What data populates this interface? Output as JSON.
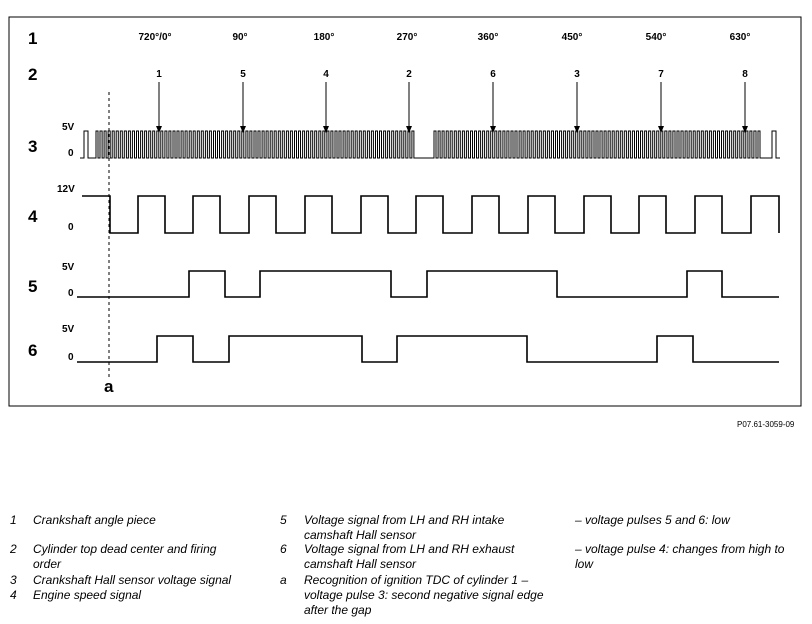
{
  "diagram": {
    "row_labels": [
      "1",
      "2",
      "3",
      "4",
      "5",
      "6"
    ],
    "angles": [
      "720°/0°",
      "90°",
      "180°",
      "270°",
      "360°",
      "450°",
      "540°",
      "630°"
    ],
    "cylinders": [
      "1",
      "5",
      "4",
      "2",
      "6",
      "3",
      "7",
      "8"
    ],
    "signal3": {
      "high": "5V",
      "low": "0"
    },
    "signal4": {
      "high": "12V",
      "low": "0"
    },
    "signal5": {
      "high": "5V",
      "low": "0"
    },
    "signal6": {
      "high": "5V",
      "low": "0"
    },
    "marker": "a"
  },
  "reference": "P07.61-3059-09",
  "legend": {
    "col1": [
      {
        "key": "1",
        "text": "Crankshaft angle piece"
      },
      {
        "key": "2",
        "text": "Cylinder top dead center and firing order"
      },
      {
        "key": "3",
        "text": "Crankshaft Hall sensor voltage signal"
      },
      {
        "key": "4",
        "text": "Engine speed signal"
      }
    ],
    "col2": [
      {
        "key": "5",
        "text": "Voltage signal from LH and RH intake camshaft Hall sensor"
      },
      {
        "key": "6",
        "text": "Voltage signal from LH and RH exhaust camshaft Hall sensor"
      },
      {
        "key": "a",
        "text": "Recognition of ignition TDC of cylinder 1 – voltage pulse 3: second negative signal edge after the gap"
      }
    ],
    "col3": [
      {
        "text": "– voltage pulses 5 and 6: low"
      },
      {
        "text": "– voltage pulse 4: changes from high to low"
      }
    ]
  }
}
